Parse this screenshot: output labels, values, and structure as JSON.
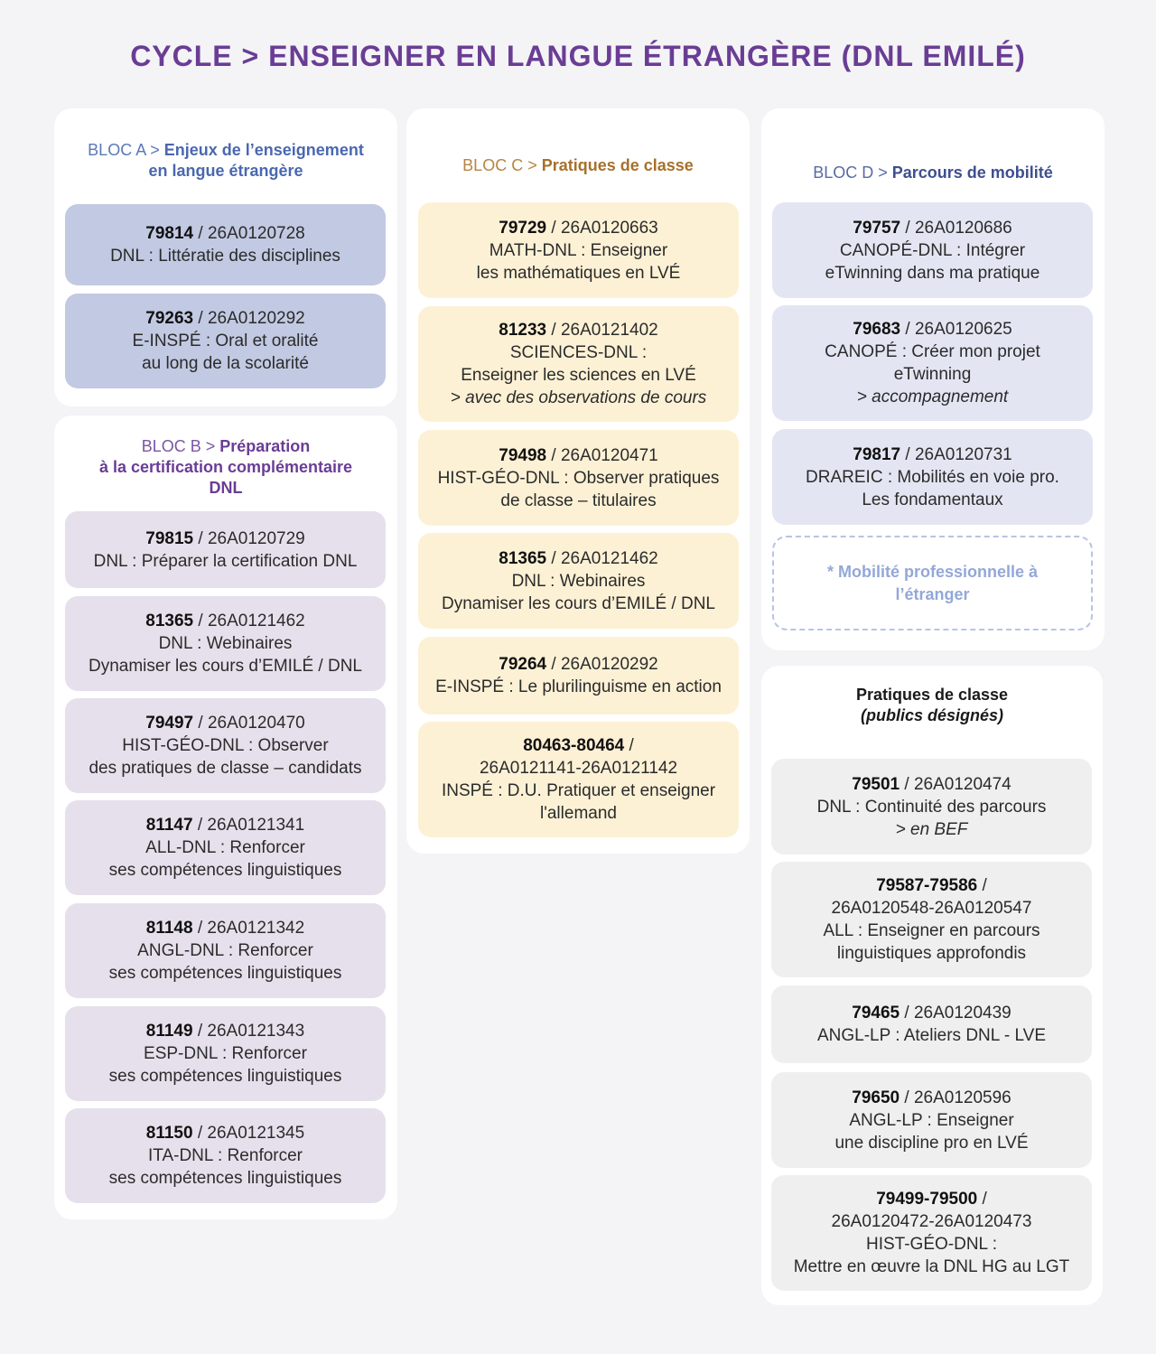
{
  "title": "CYCLE > ENSEIGNER EN LANGUE ÉTRANGÈRE (DNL EMILÉ)",
  "colors": {
    "title": "#6a3d95",
    "bloc_a": "#4a68b0",
    "bloc_b": "#6a3d95",
    "bloc_c": "#a8702a",
    "bloc_d": "#3e4f8f",
    "card_a": "#c2c9e2",
    "card_b": "#e6e0ec",
    "card_c": "#fdf1d5",
    "card_d": "#e3e6f2",
    "card_p": "#efefef"
  },
  "bloc_a": {
    "prefix": "BLOC A >",
    "title1": "Enjeux de l’enseignement",
    "title2": "en langue étrangère",
    "cards": [
      {
        "code": "79814",
        "ref": " / 26A0120728",
        "lines": [
          "DNL : Littératie des disciplines"
        ]
      },
      {
        "code": "79263",
        "ref": " / 26A0120292",
        "lines": [
          "E-INSPÉ : Oral et oralité",
          "au long de la scolarité"
        ]
      }
    ]
  },
  "bloc_b": {
    "prefix": "BLOC B >",
    "title1": "Préparation",
    "title2": "à la certification complémentaire",
    "title3": "DNL",
    "cards": [
      {
        "code": "79815",
        "ref": " / 26A0120729",
        "lines": [
          "DNL : Préparer la certification DNL"
        ]
      },
      {
        "code": "81365",
        "ref": " / 26A0121462",
        "lines": [
          "DNL : Webinaires",
          "Dynamiser les cours d’EMILÉ / DNL"
        ]
      },
      {
        "code": "79497",
        "ref": " / 26A0120470",
        "lines": [
          "HIST-GÉO-DNL : Observer",
          "des pratiques de classe – candidats"
        ]
      },
      {
        "code": "81147",
        "ref": " / 26A0121341",
        "lines": [
          "ALL-DNL : Renforcer",
          "ses compétences linguistiques"
        ]
      },
      {
        "code": "81148",
        "ref": " / 26A0121342",
        "lines": [
          "ANGL-DNL : Renforcer",
          "ses compétences linguistiques"
        ]
      },
      {
        "code": "81149",
        "ref": " / 26A0121343",
        "lines": [
          "ESP-DNL : Renforcer",
          "ses compétences linguistiques"
        ]
      },
      {
        "code": "81150",
        "ref": " / 26A0121345",
        "lines": [
          "ITA-DNL : Renforcer",
          "ses compétences linguistiques"
        ]
      }
    ]
  },
  "bloc_c": {
    "prefix": "BLOC C >",
    "title1": "Pratiques de classe",
    "cards": [
      {
        "code": "79729",
        "ref": " / 26A0120663",
        "lines": [
          "MATH-DNL : Enseigner",
          "les mathématiques en LVÉ"
        ]
      },
      {
        "code": "81233",
        "ref": " / 26A0121402",
        "lines": [
          "SCIENCES-DNL :",
          "Enseigner les sciences en LVÉ"
        ],
        "italic": "> avec des observations de cours"
      },
      {
        "code": "79498",
        "ref": " / 26A0120471",
        "lines": [
          "HIST-GÉO-DNL : Observer pratiques",
          "de classe – titulaires"
        ]
      },
      {
        "code": "81365",
        "ref": " / 26A0121462",
        "lines": [
          "DNL : Webinaires",
          "Dynamiser les cours d’EMILÉ / DNL"
        ]
      },
      {
        "code": "79264",
        "ref": " / 26A0120292",
        "lines": [
          "E-INSPÉ : Le plurilinguisme en action"
        ]
      },
      {
        "code": "80463-80464",
        "ref": " /",
        "lines": [
          "26A0121141-26A0121142",
          "INSPÉ : D.U. Pratiquer et enseigner",
          "l'allemand"
        ]
      }
    ]
  },
  "bloc_d": {
    "prefix": "BLOC D >",
    "title1": "Parcours de mobilité",
    "cards": [
      {
        "code": "79757",
        "ref": " / 26A0120686",
        "lines": [
          "CANOPÉ-DNL : Intégrer",
          "eTwinning dans ma pratique"
        ]
      },
      {
        "code": "79683",
        "ref": " / 26A0120625",
        "lines": [
          "CANOPÉ : Créer mon projet",
          "eTwinning"
        ],
        "italic": ">  accompagnement"
      },
      {
        "code": "79817",
        "ref": " / 26A0120731",
        "lines": [
          "DRAREIC : Mobilités en voie pro.",
          "Les fondamentaux"
        ]
      }
    ],
    "note1": "* Mobilité professionnelle à",
    "note2": "l’étranger"
  },
  "bloc_p": {
    "title1": "Pratiques de classe",
    "title2": "(publics désignés)",
    "cards": [
      {
        "code": "79501",
        "ref": " / 26A0120474",
        "lines": [
          "DNL : Continuité des parcours"
        ],
        "italic": "> en BEF"
      },
      {
        "code": "79587-79586",
        "ref": " /",
        "lines": [
          "26A0120548-26A0120547",
          "ALL : Enseigner en parcours",
          "linguistiques approfondis"
        ]
      },
      {
        "code": "79465",
        "ref": " / 26A0120439",
        "lines": [
          "ANGL-LP : Ateliers DNL - LVE"
        ]
      },
      {
        "code": "79650",
        "ref": " / 26A0120596",
        "lines": [
          "ANGL-LP : Enseigner",
          "une discipline pro en LVÉ"
        ]
      },
      {
        "code": "79499-79500",
        "ref": " /",
        "lines": [
          "26A0120472-26A0120473",
          "HIST-GÉO-DNL :",
          "Mettre en œuvre la DNL HG au LGT"
        ]
      }
    ]
  }
}
